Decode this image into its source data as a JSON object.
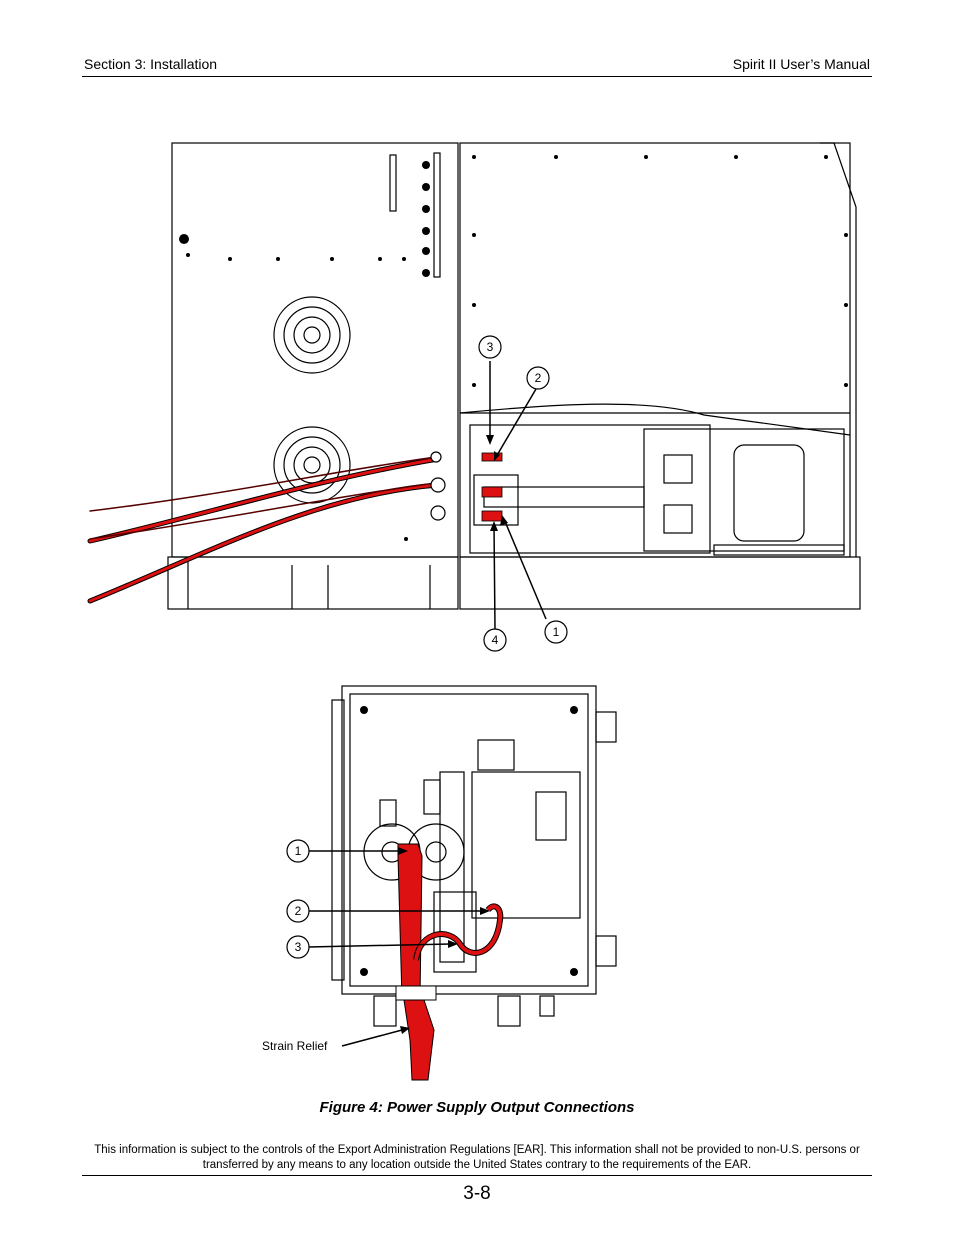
{
  "header": {
    "left": "Section 3: Installation",
    "right": "Spirit II User’s Manual"
  },
  "figure_top": {
    "callouts": [
      "3",
      "2",
      "4",
      "1"
    ]
  },
  "figure_bottom": {
    "callouts": [
      "1",
      "2",
      "3"
    ],
    "strain_relief_label": "Strain Relief"
  },
  "caption": "Figure 4: Power Supply Output Connections",
  "notice": "This information is subject to the controls of the Export Administration Regulations [EAR].  This information shall not be provided to non-U.S. persons or transferred by any means to any location outside the United States contrary to the requirements of the EAR.",
  "page_number": "3-8",
  "colors": {
    "cable": "#dd1111",
    "line": "#000000"
  }
}
